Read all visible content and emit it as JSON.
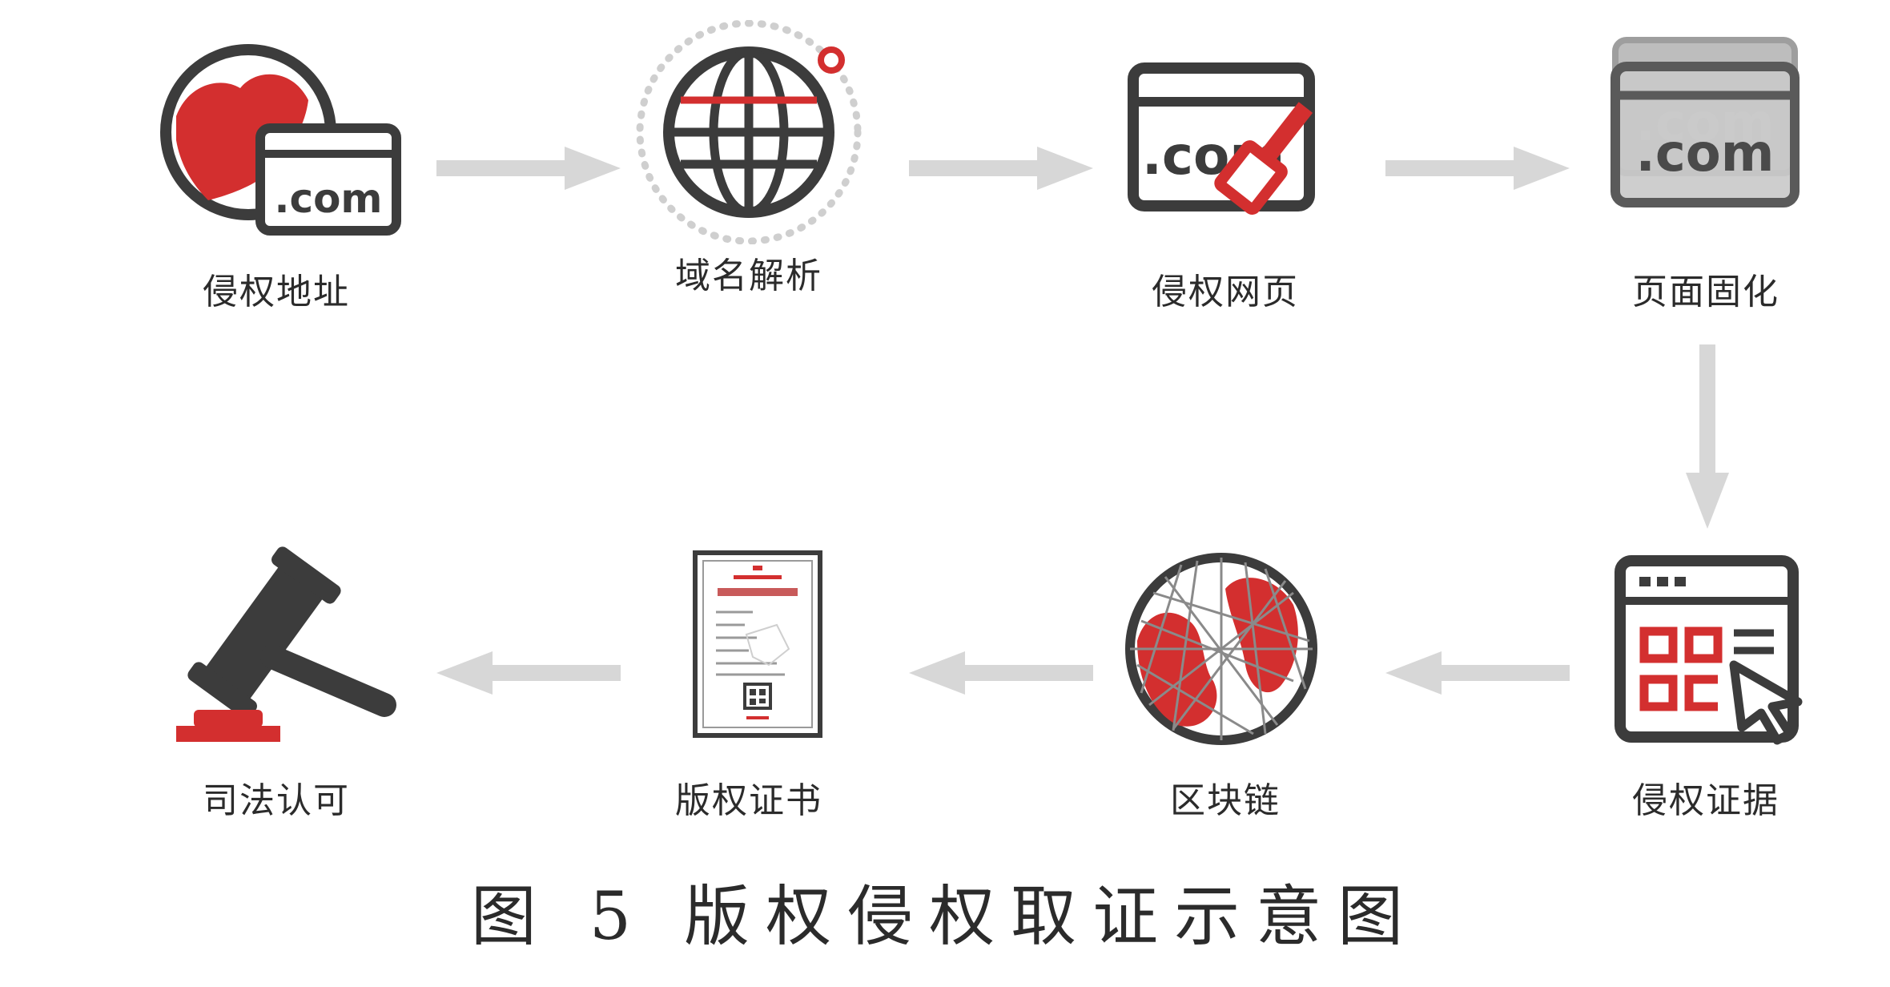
{
  "steps": [
    {
      "label": "侵权地址",
      "icon": "globe-domain-icon"
    },
    {
      "label": "域名解析",
      "icon": "globe-resolve-icon"
    },
    {
      "label": "侵权网页",
      "icon": "webpage-mark-icon"
    },
    {
      "label": "页面固化",
      "icon": "page-snapshot-icon"
    },
    {
      "label": "侵权证据",
      "icon": "evidence-screen-icon"
    },
    {
      "label": "区块链",
      "icon": "blockchain-globe-icon"
    },
    {
      "label": "版权证书",
      "icon": "certificate-icon"
    },
    {
      "label": "司法认可",
      "icon": "gavel-icon"
    }
  ],
  "domain_text": ".com",
  "caption": "图 5 版权侵权取证示意图",
  "colors": {
    "accent": "#d32f2f",
    "dark": "#3c3c3c",
    "arrow": "#d7d7d7"
  }
}
